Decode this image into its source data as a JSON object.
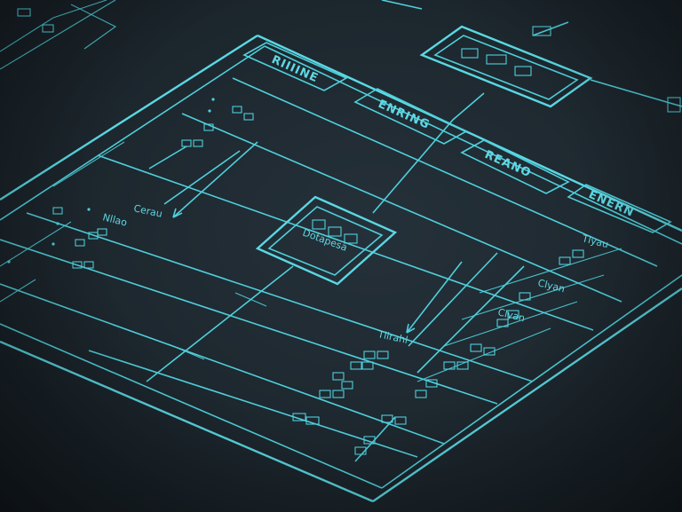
{
  "labels": {
    "title_top": "RIIIINE",
    "header_1": "ENRING",
    "header_2": "REANO",
    "header_3": "ENERN",
    "caption_left": "Cerau",
    "node_name": "Dotapesa",
    "row_left_1": "Nllao",
    "row_right_1": "Tlyau",
    "row_right_2": "Clyan",
    "row_right_3": "Clyan",
    "row_bottom": "Tlirahl"
  },
  "colors": {
    "background": "#1c262d",
    "line": "#4fd0dc",
    "text": "#5fd9e4"
  }
}
